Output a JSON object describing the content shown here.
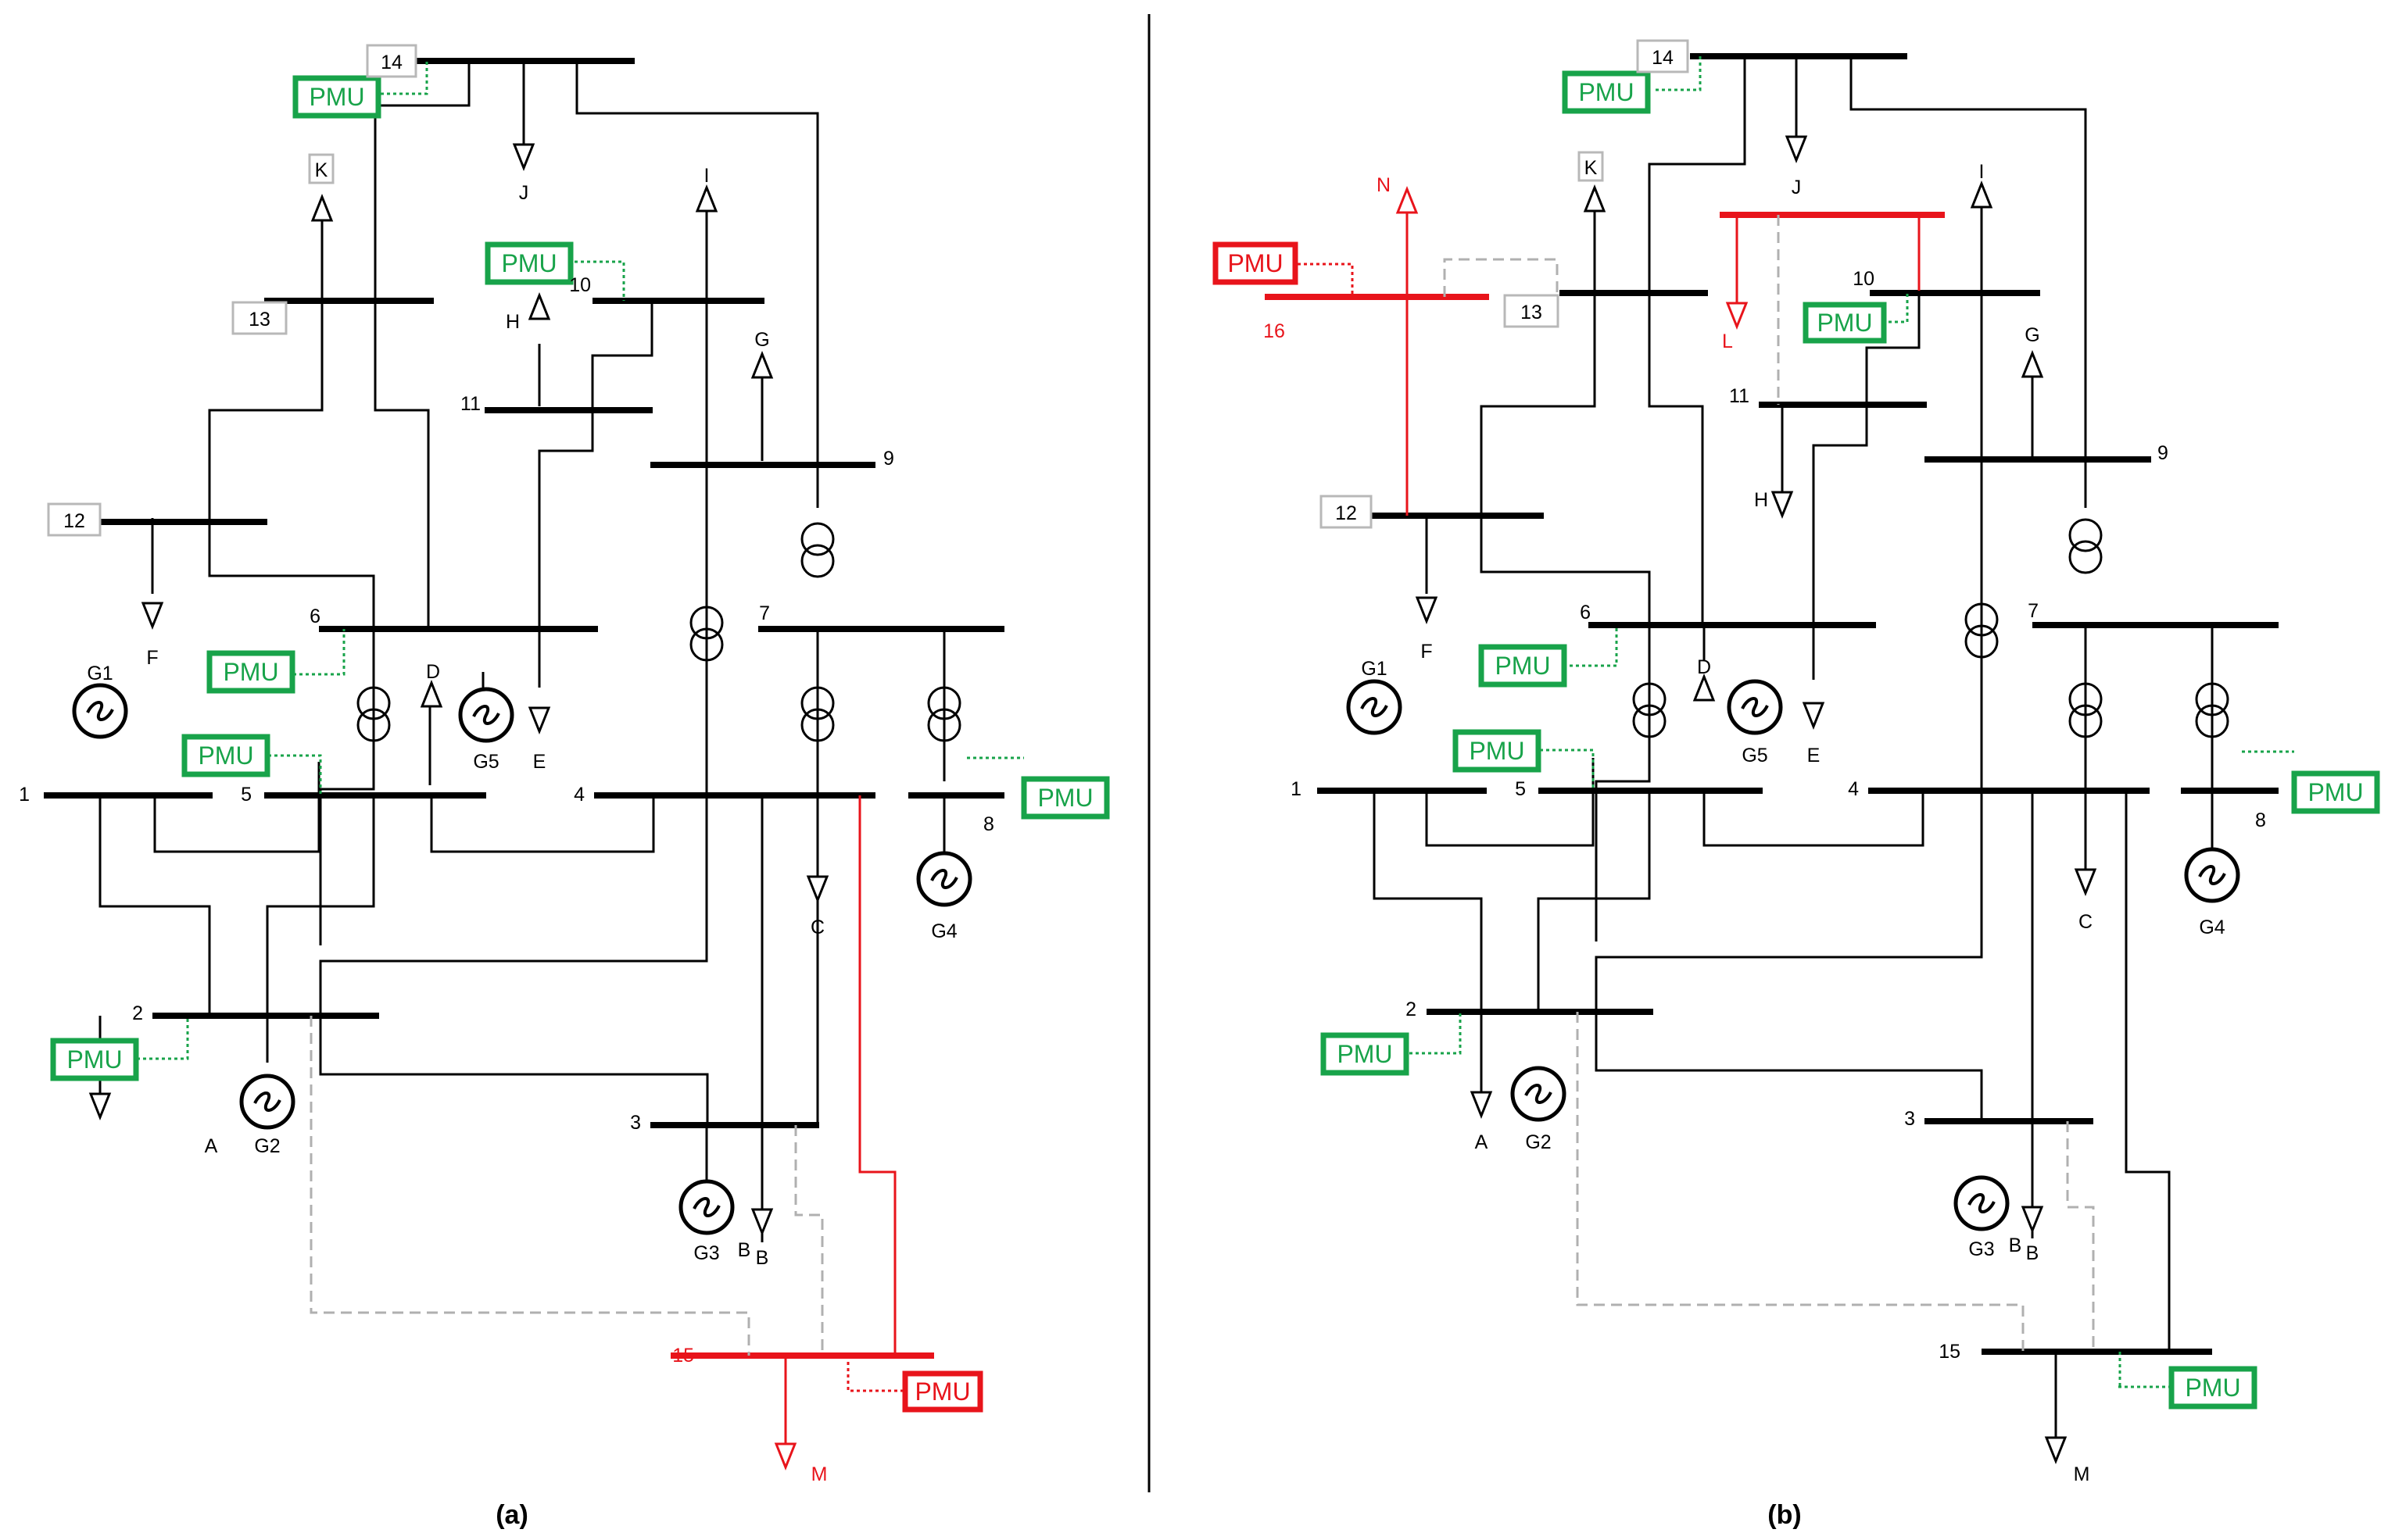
{
  "panels": [
    {
      "id": "a",
      "caption": "(a)"
    },
    {
      "id": "b",
      "caption": "(b)"
    }
  ],
  "labels": {
    "pmu": "PMU",
    "bus": {
      "b1": "1",
      "b2": "2",
      "b3": "3",
      "b4": "4",
      "b5": "5",
      "b6": "6",
      "b7": "7",
      "b8": "8",
      "b9": "9",
      "b10": "10",
      "b11": "11",
      "b12": "12",
      "b13": "13",
      "b14": "14",
      "b15": "15",
      "b16": "16"
    },
    "load": {
      "A": "A",
      "B": "B",
      "C": "C",
      "D": "D",
      "E": "E",
      "F": "F",
      "G": "G",
      "H": "H",
      "I": "I",
      "J": "J",
      "K": "K",
      "L": "L",
      "M": "M",
      "N": "N"
    },
    "gen": {
      "G1": "G1",
      "G2": "G2",
      "G3": "G3",
      "G4": "G4",
      "G5": "G5"
    }
  },
  "colors": {
    "pmu_existing": "#18a34a",
    "added": "#e8141b",
    "line": "#000000",
    "dashed": "#b0b0b0"
  }
}
